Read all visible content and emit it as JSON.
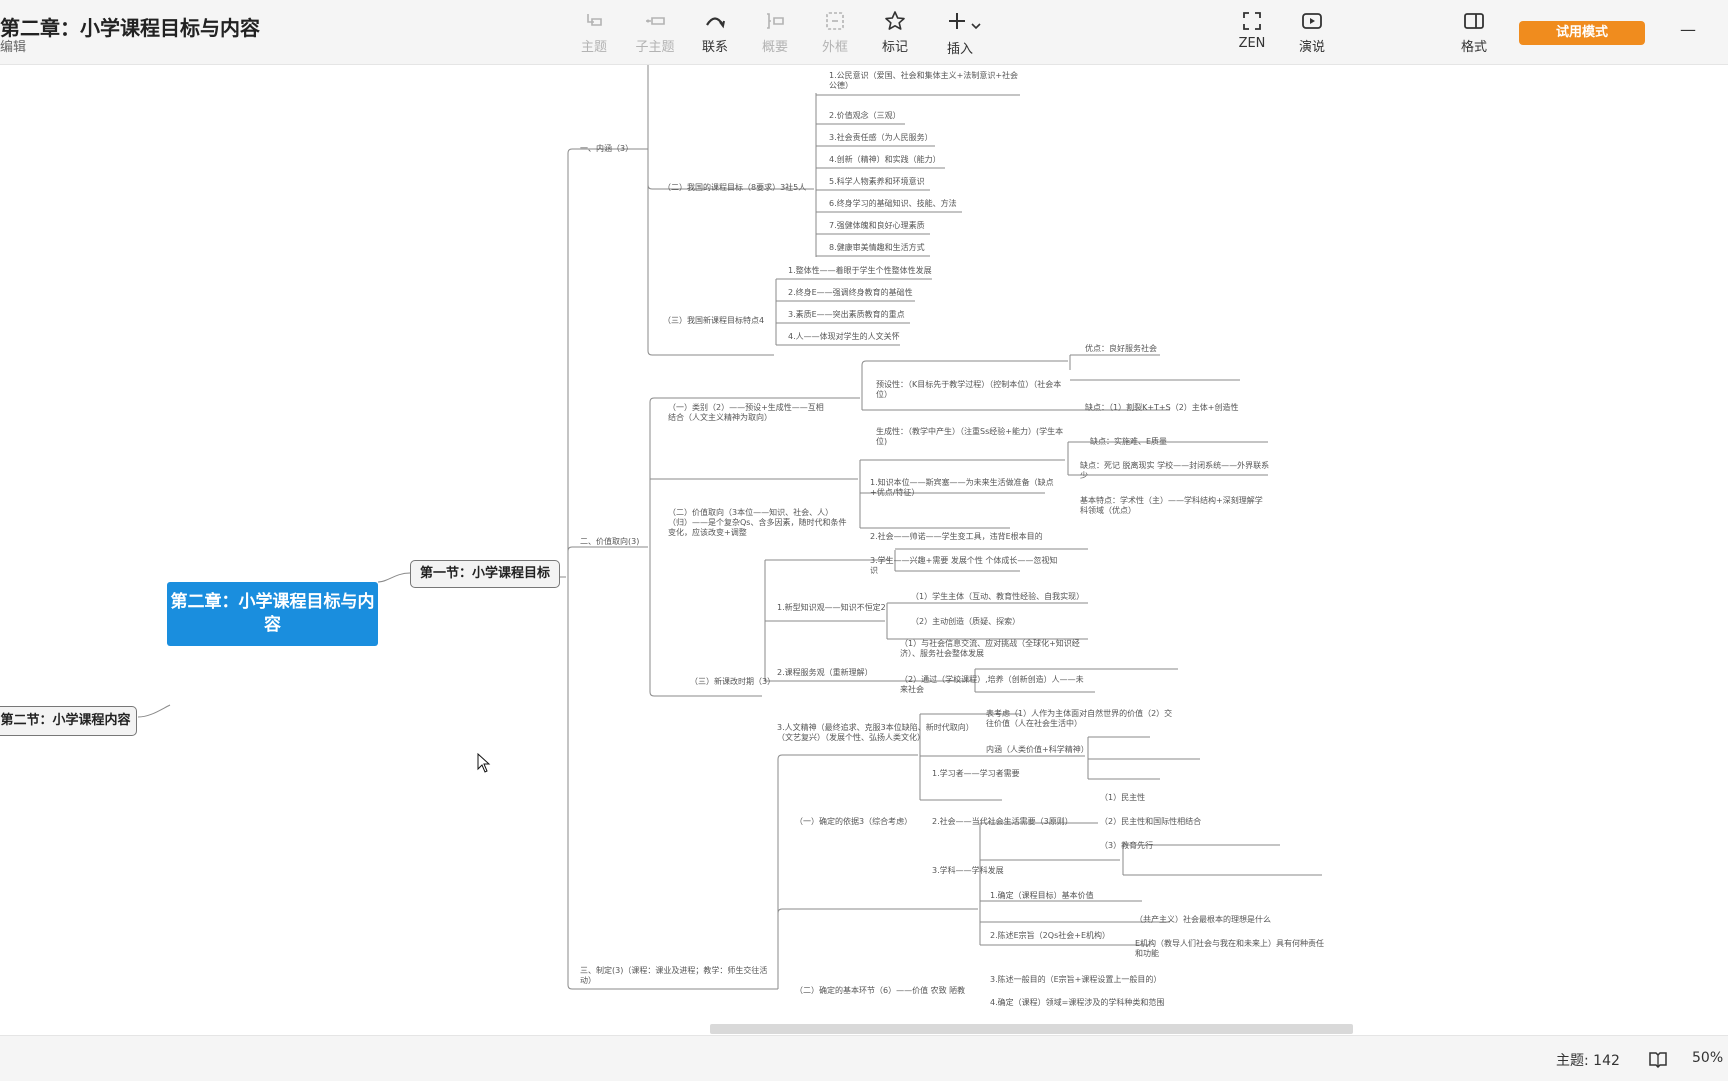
{
  "header": {
    "title": "第二章：小学课程目标与内容",
    "subtitle": "编辑"
  },
  "toolbar": {
    "topic": "主题",
    "subtopic": "子主题",
    "relation": "联系",
    "summary": "概要",
    "boundary": "外框",
    "marker": "标记",
    "insert": "插入",
    "zen": "ZEN",
    "present": "演说",
    "format": "格式",
    "trial": "试用模式",
    "minimize": "—"
  },
  "map": {
    "root": "第二章：小学课程目标与内容",
    "sec1": "第一节：小学课程目标",
    "sec2": "第二节：小学课程内容",
    "b1": "一、内涵（3）",
    "b1c2": "（二）我国的课程目标（8要求）3社5人",
    "b1c2i": [
      "1.公民意识（爱国、社会和集体主义+法制意识+社会公德）",
      "2.价值观念（三观）",
      "3.社会责任感（为人民服务）",
      "4.创新（精神）和实践（能力）",
      "5.科学人物素养和环境意识",
      "6.终身学习的基础知识、技能、方法",
      "7.强健体魄和良好心理素质",
      "8.健康审美情趣和生活方式"
    ],
    "b1c3": "（三）我国新课程目标特点4",
    "b1c3i": [
      "1.整体性——着眼于学生个性整体性发展",
      "2.终身E——强调终身教育的基础性",
      "3.素质E——突出素质教育的重点",
      "4.人——体现对学生的人文关怀"
    ],
    "b2": "二、价值取向(3)",
    "b2c1": "（一）类别（2）——预设+生成性——互相结合（人文主义精神为取向）",
    "b2c1a": "预设性：（K目标先于教学过程）（控制本位）（社会本位）",
    "b2c1a1": "优点：良好服务社会",
    "b2c1a2": "缺点：（1）割裂K+T+S（2）主体+创造性",
    "b2c1b": "生成性：（教学中产生）（注重Ss经验+能力）(学生本位)",
    "b2c1b1": "缺点：实施难、E质量",
    "b2c2": "（二）价值取向（3本位——知识、社会、人）（归）——是个复杂Qs、含多因素，随时代和条件变化，应该改变+调整",
    "b2c2a": "1.知识本位——斯宾塞——为未来生活做准备（缺点+优点/特征）",
    "b2c2a1": "缺点：死记 脱离现实 学校——封闭系统——外界联系少",
    "b2c2a2": "基本特点：学术性（主）——学科结构+深刻理解学科领域（优点）",
    "b2c2b": "2.社会——帅诺——学生变工具，违背E根本目的",
    "b2c2c": "3.学生——兴趣+需要 发展个性 个体成长——忽视知识",
    "b2c3": "（三）新课改时期（3）",
    "b2c3a": "1.新型知识观——知识不恒定2",
    "b2c3a1": "（1）学生主体（互动、教育性经验、自我实现）",
    "b2c3a2": "（2）主动创造（质疑、探索）",
    "b2c3b": "2.课程服务观（重新理解）",
    "b2c3b1": "（1）与社会信息交流、应对挑战（全球化+知识经济）、服务社会整体发展",
    "b2c3b2": "（2）通过（学校课程）,培养（创新创造）人——未来社会",
    "b2c3c": "3.人文精神（最终追求、克服3本位缺陷、新时代取向）（文艺复兴）（发展个性、弘扬人类文化）",
    "b2c3c1": "表考虑（1）人作为主体面对自然世界的价值（2）交往价值（人在社会生活中）",
    "b2c3c2": "内涵（人类价值+科学精神）",
    "b3": "三、制定(3)（课程：课业及进程；教学：师生交往活动）",
    "b3c1": "（一）确定的依据3（综合考虑）",
    "b3c1a": "1.学习者——学习者需要",
    "b3c1b": "2.社会——当代社会生活需要（3原则）",
    "b3c1b1": "（1）民主性",
    "b3c1b2": "（2）民主性和国际性相结合",
    "b3c1b3": "（3）教育先行",
    "b3c1c": "3.学科——学科发展",
    "b3c2": "（二）确定的基本环节（6）——价值 农致 陋教",
    "b3c2a": "1.确定（课程目标）基本价值",
    "b3c2b": "2.陈述E宗旨（2Qs社会+E机构）",
    "b3c2b1": "（共产主义）社会最根本的理想是什么",
    "b3c2b2": "E机构（教导人们社会与我在和未来上）具有何种责任和功能",
    "b3c2c": "3.陈述一般目的（E宗旨+课程设置上一般目的）",
    "b3c2d": "4.确定（课程）领域=课程涉及的学科种类和范围"
  },
  "status": {
    "topics": "主题: 142",
    "zoom": "50%"
  }
}
